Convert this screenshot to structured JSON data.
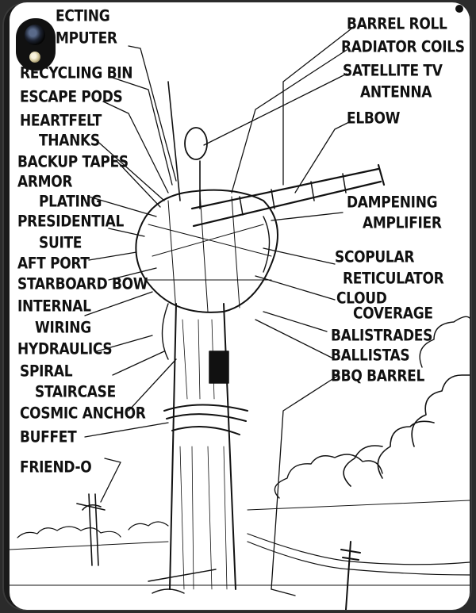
{
  "labels_left": [
    "ECTING",
    "MPUTER",
    "RECYCLING BIN",
    "ESCAPE PODS",
    "HEARTFELT",
    "THANKS",
    "BACKUP TAPES",
    "ARMOR",
    "PLATING",
    "PRESIDENTIAL",
    "SUITE",
    "AFT PORT",
    "STARBOARD BOW",
    "INTERNAL",
    "WIRING",
    "HYDRAULICS",
    "SPIRAL",
    "STAIRCASE",
    "COSMIC ANCHOR",
    "BUFFET",
    "FRIEND-O"
  ],
  "labels_right": [
    "BARREL ROLL",
    "RADIATOR COILS",
    "SATELLITE TV",
    "ANTENNA",
    "ELBOW",
    "DAMPENING",
    "AMPLIFIER",
    "SCOPULAR",
    "RETICULATOR",
    "CLOUD",
    "COVERAGE",
    "BALISTRADES",
    "BALLISTAS",
    "BBQ BARREL"
  ]
}
